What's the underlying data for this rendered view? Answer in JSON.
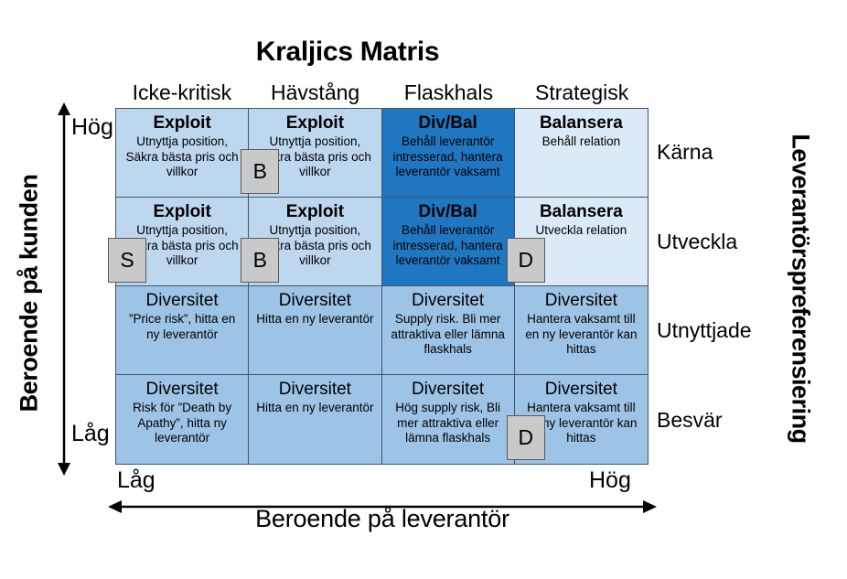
{
  "title": "Kraljics Matris",
  "columns": [
    "Icke-kritisk",
    "Hävstång",
    "Flaskhals",
    "Strategisk"
  ],
  "row_labels": [
    "Kärna",
    "Utveckla",
    "Utnyttjade",
    "Besvär"
  ],
  "axes": {
    "y_title": "Beroende på kunden",
    "y_high": "Hög",
    "y_low": "Låg",
    "x_title": "Beroende på leverantör",
    "x_low": "Låg",
    "x_high": "Hög",
    "right_title": "Leverantörspreferensiering"
  },
  "colors": {
    "light_blue": "#bdd7ee",
    "pale_blue": "#dce9f8",
    "strong_blue": "#1f77c2",
    "mid_blue": "#9dc3e6",
    "marker_gray": "#c9c9c9",
    "border": "#44546a"
  },
  "cells": [
    [
      {
        "title": "Exploit",
        "body": "Utnyttja position, Säkra bästa pris och villkor"
      },
      {
        "title": "Exploit",
        "body": "Utnyttja position, Säkra bästa pris och villkor"
      },
      {
        "title": "Div/Bal",
        "body": "Behåll leverantör intresserad, hantera leverantör vaksamt"
      },
      {
        "title": "Balansera",
        "body": "Behåll relation"
      }
    ],
    [
      {
        "title": "Exploit",
        "body": "Utnyttja position, Säkra bästa pris och villkor"
      },
      {
        "title": "Exploit",
        "body": "Utnyttja position, Säkra bästa pris och villkor"
      },
      {
        "title": "Div/Bal",
        "body": "Behåll leverantör intresserad, hantera leverantör vaksamt"
      },
      {
        "title": "Balansera",
        "body": "Utveckla relation"
      }
    ],
    [
      {
        "title": "Diversitet",
        "body": "”Price risk”, hitta en ny leverantör"
      },
      {
        "title": "Diversitet",
        "body": "Hitta en ny leverantör"
      },
      {
        "title": "Diversitet",
        "body": "Supply risk. Bli mer attraktiva eller lämna flaskhals"
      },
      {
        "title": "Diversitet",
        "body": "Hantera vaksamt till en ny leverantör kan hittas"
      }
    ],
    [
      {
        "title": "Diversitet",
        "body": "Risk för ”Death by Apathy”, hitta ny leverantör"
      },
      {
        "title": "Diversitet",
        "body": "Hitta en ny leverantör"
      },
      {
        "title": "Diversitet",
        "body": "Hög supply risk, Bli mer attraktiva eller lämna flaskhals"
      },
      {
        "title": "Diversitet",
        "body": "Hantera vaksamt till en ny leverantör kan hittas"
      }
    ]
  ],
  "markers": [
    {
      "label": "B",
      "row": 1,
      "col": 2
    },
    {
      "label": "S",
      "row": 2,
      "col": 1
    },
    {
      "label": "B",
      "row": 2,
      "col": 2
    },
    {
      "label": "D",
      "row": 2,
      "col": 4
    },
    {
      "label": "D",
      "row": 4,
      "col": 4
    }
  ]
}
